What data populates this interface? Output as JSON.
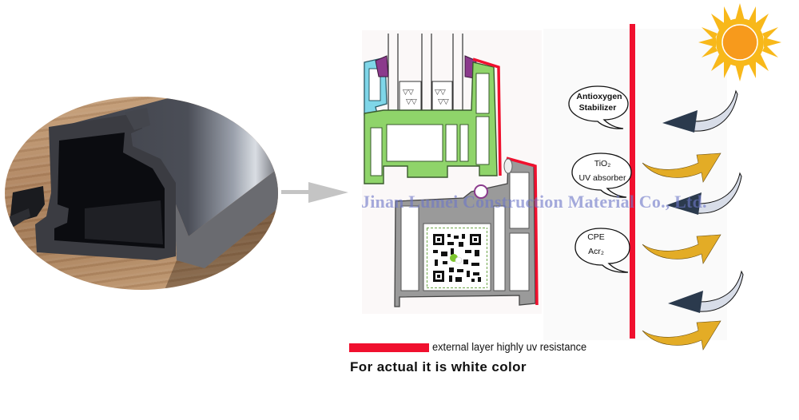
{
  "photo": {
    "subject": "dark grey PVC window profile section on wooden table",
    "shape": "ellipse"
  },
  "flow_arrow": {
    "icon": "right-arrow-icon",
    "color": "#c4c4c4"
  },
  "cross_section": {
    "description": "uPVC window frame cross-section drawing",
    "colors": {
      "frame_green": "#8fd46a",
      "frame_outline": "#3a5a2e",
      "cyan_bead": "#7fd6e8",
      "gasket_purple": "#8b3a8c",
      "grey_sash": "#8a8a8a",
      "external_layer_red": "#f0102e"
    },
    "qr_code": {
      "icon": "qr-code-icon",
      "badge": "wechat-icon"
    }
  },
  "watermark": "Jinan Lumei Construction Material Co., Ltd.",
  "additives": [
    {
      "lines": [
        "Antioxygen",
        "Stabilizer"
      ]
    },
    {
      "lines": [
        "TiO₂",
        "UV absorber"
      ]
    },
    {
      "lines": [
        "CPE",
        "Acr₂"
      ]
    }
  ],
  "uv_layer": {
    "color": "#f0102e"
  },
  "sun": {
    "icon": "sun-icon",
    "color_rays": "#f8b81a",
    "color_core": "#f79a1c"
  },
  "arrows": [
    {
      "type": "reflected",
      "icon": "reflected-arrow-icon",
      "color": "#2b3a4d"
    },
    {
      "type": "incoming",
      "icon": "incoming-uv-arrow-icon",
      "color": "#e3ac26"
    },
    {
      "type": "reflected",
      "icon": "reflected-arrow-icon",
      "color": "#2b3a4d"
    },
    {
      "type": "incoming",
      "icon": "incoming-uv-arrow-icon",
      "color": "#e3ac26"
    },
    {
      "type": "reflected",
      "icon": "reflected-arrow-icon",
      "color": "#2b3a4d"
    },
    {
      "type": "incoming",
      "icon": "incoming-uv-arrow-icon",
      "color": "#e3ac26"
    }
  ],
  "legend": {
    "swatch_color": "#f0102e",
    "label": "external layer  highly uv resistance"
  },
  "note": "For actual it is white color"
}
